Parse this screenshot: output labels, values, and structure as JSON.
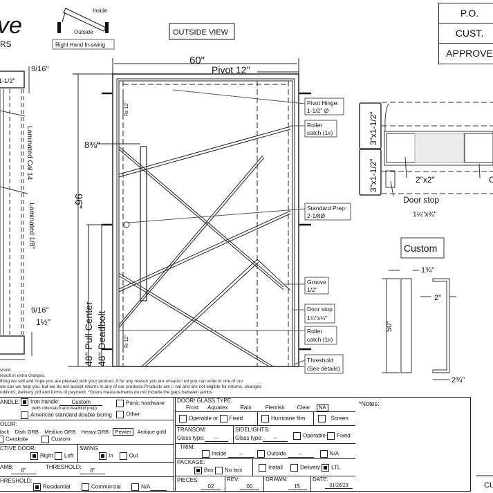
{
  "title_block": {
    "po": "P.O.",
    "cust": "CUST.",
    "approved": "APPROVE"
  },
  "header": {
    "logo_script": "ve",
    "logo_sub": "RS",
    "swing_inside": "Inside",
    "swing_outside": "Outside",
    "swing_label": "Right Hand In-swing",
    "view_label": "OUTSIDE VIEW"
  },
  "elevation": {
    "width": "60\"",
    "pivot": "Pivot 12\"",
    "height": "96\"",
    "handle_offset": "8⅜\"",
    "pull_center": "48\" Pull Center",
    "deadbolt": "48\" Deadbolt",
    "rs": "Rs 12\"",
    "ri": "Ri 12\"",
    "callouts": [
      {
        "l1": "Pivot Hinge:",
        "l2": "1-1/2\" Ø"
      },
      {
        "l1": "Roller",
        "l2": "catch (1x)"
      },
      {
        "l1": "Standard Prep:",
        "l2": "2-1/8Ø"
      },
      {
        "l1": "Groove",
        "l2": "1/2\""
      },
      {
        "l1": "Door stop",
        "l2": "1¼\"x¾\""
      },
      {
        "l1": "Roller",
        "l2": "catch (1x)"
      },
      {
        "l1": "Threshold",
        "l2": "(See details)"
      }
    ]
  },
  "section": {
    "top_tube": "1-1/2\"",
    "top_gap": "9/16\"",
    "bottom_gap": "9/16\"",
    "bottom_height": "1½\"",
    "lam_cal": "Laminated Cal 14",
    "lam_18": "Laminated 1/8\""
  },
  "jamb_section": {
    "tube_a": "3\"x1-1/2\"",
    "tube_b": "3\"x1-1/2\"",
    "tube_main": "2\"x2\"",
    "door_stop": "Door stop",
    "door_stop_size": "1¼\"x¾\"",
    "cut_label": "C"
  },
  "handle_detail": {
    "title": "Custom",
    "width": "1¾\"",
    "length": "50\"",
    "depth": "2\"",
    "projection": "2¾\""
  },
  "notes_lines": [
    "shold.",
    "result in extra charges.",
    "thing we sell and hope you are pleased with your product, if for any reason you are unsatis□ ed you can write to one of our",
    "ow can we help you, but we do not accept returns in any of our products.Products are □ nal and are not eligible for returns, changes",
    "nditions, delivery pdf and forms of payment. *Doors measurements do not include the gaps between jambs"
  ],
  "form": {
    "handle": {
      "label": "ANDLE:",
      "iron": "Iron handle:",
      "iron_value": "Custom",
      "iron_note": "(with rollercatch and deadbolt prep)",
      "american": "American standard double boring",
      "panic": "Panic hardware",
      "other": "Other"
    },
    "color": {
      "label": "OLOR:",
      "options": [
        "lack",
        "Dark ORB",
        "Medium ORB",
        "Heavy ORB",
        "Pewter",
        "Antique gold"
      ],
      "selected": "Pewter",
      "cerakote": "Cerakote",
      "custom": "Custom"
    },
    "active_door": {
      "label": "CTIVE DOOR:",
      "right": "Right",
      "left": "Left"
    },
    "swing": {
      "label": "SWING",
      "in": "In",
      "out": "Out"
    },
    "jamb": {
      "label": "AMB:",
      "value": "6\"",
      "threshold_label": "THRESHOLD:",
      "threshold_value": "6\""
    },
    "threshold": {
      "label": "HRESHOLD:",
      "residential": "Residential",
      "commercial": "Commercial",
      "na": "N/A"
    },
    "glass": {
      "label": "DOOR/ GLASS TYPE:",
      "options": [
        "Frost",
        "Aquatex",
        "Rain",
        "Flemish",
        "Clear",
        "NA"
      ],
      "operable": "Operable",
      "or": "or",
      "fixed": "Fixed",
      "hurricane": "Hurricane film",
      "screen": "Screen"
    },
    "transom": {
      "label": "TRANSOM:",
      "glass_type": "Glass type:",
      "value": "--"
    },
    "sidelights": {
      "label": "SIDELIGHTS:",
      "glass_type": "Glass type:",
      "value": "--",
      "operable": "Operable",
      "fixed": "Fixed"
    },
    "trim": {
      "label": "TRIM:",
      "inside": "Inside",
      "inside_value": "--",
      "outside": "Outside",
      "outside_value": "--",
      "na": "N/A"
    },
    "package": {
      "label": "PACKAGE:",
      "box": "Box",
      "no_box": "No box",
      "install": "Install",
      "delivery": "Delivery",
      "ltl": "LTL"
    },
    "pieces": {
      "label": "PIECES:",
      "value": "02"
    },
    "rev": {
      "label": "REV:",
      "value": "00"
    },
    "drawn": {
      "label": "DRAWN:",
      "value": "IS"
    },
    "date": {
      "label": "DATE:",
      "value": "01/26/23"
    },
    "notes_label": "*Notes:",
    "signature_label": "CU"
  }
}
